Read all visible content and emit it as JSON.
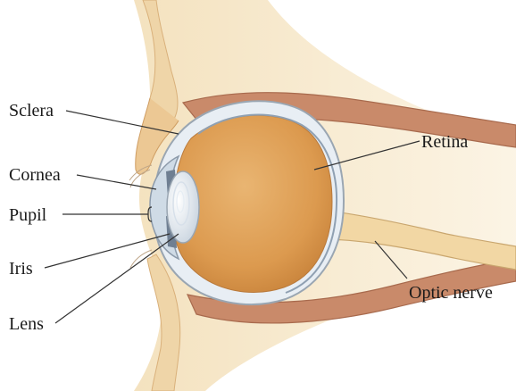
{
  "labels": {
    "sclera": "Sclera",
    "cornea": "Cornea",
    "pupil": "Pupil",
    "iris": "Iris",
    "lens": "Lens",
    "retina": "Retina",
    "optic_nerve": "Optic nerve"
  },
  "colors": {
    "skin_background": "#f8ecd2",
    "skin_fold": "#efd9b0",
    "muscle": "#c98a6a",
    "muscle_dark": "#a86a4d",
    "sclera": "#e8eef4",
    "sclera_outline": "#9aa6b2",
    "vitreous": "#dc9a4f",
    "vitreous_highlight": "#e6ae68",
    "lens": "#eef3f8",
    "iris": "#6f7f92",
    "nerve": "#f2d7a4",
    "leader_line": "#333333"
  }
}
